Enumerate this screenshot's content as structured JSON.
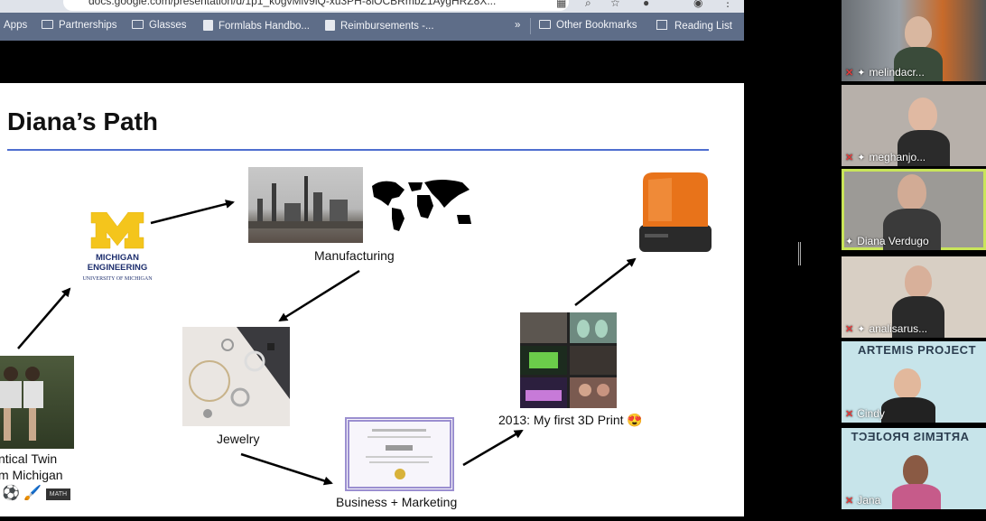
{
  "browser": {
    "url": "docs.google.com/presentation/d/1p1_k0gvMlv9lQ-xu3PH-8lOCBRmbZ1AygHRZ8X...",
    "bookmarks": [
      {
        "label": "Apps",
        "icon": "apps-grid-icon"
      },
      {
        "label": "Partnerships",
        "icon": "folder-icon"
      },
      {
        "label": "Glasses",
        "icon": "folder-icon"
      },
      {
        "label": "Formlabs Handbo...",
        "icon": "doc-icon"
      },
      {
        "label": "Reimbursements -...",
        "icon": "doc-icon"
      }
    ],
    "overflow_label": "»",
    "other_bookmarks": "Other Bookmarks",
    "reading_list": "Reading List"
  },
  "slide": {
    "title": "Diana’s Path",
    "logo": {
      "line1": "MICHIGAN",
      "line2": "ENGINEERING",
      "line3": "UNIVERSITY OF MICHIGAN"
    },
    "captions": {
      "manufacturing": "Manufacturing",
      "jewelry": "Jewelry",
      "business": "Business + Marketing",
      "print": "2013: My first 3D Print",
      "twin_line1": "ntical Twin",
      "twin_line2": "m Michigan",
      "math_badge": "MATH"
    },
    "emoji": {
      "heart_eyes": "😍",
      "soccer": "⚽",
      "brush": "🖌️"
    }
  },
  "participants": [
    {
      "name": "melindacr...",
      "muted": true,
      "active": false
    },
    {
      "name": "meghanjo...",
      "muted": true,
      "active": false
    },
    {
      "name": "Diana Verdugo",
      "muted": false,
      "active": true
    },
    {
      "name": "analisarus...",
      "muted": true,
      "active": false
    },
    {
      "name": "Cindy",
      "muted": true,
      "active": false,
      "banner": "ARTEMIS PROJECT"
    },
    {
      "name": "Jana",
      "muted": true,
      "active": false,
      "banner": "ARTEMIS PROJECT"
    }
  ],
  "colors": {
    "accent_rule": "#4f6fd0",
    "michigan_maize": "#f4c51c",
    "michigan_blue": "#1e2f6e",
    "active_speaker": "#c9e55a",
    "bookmark_bar": "#5e6d88"
  }
}
